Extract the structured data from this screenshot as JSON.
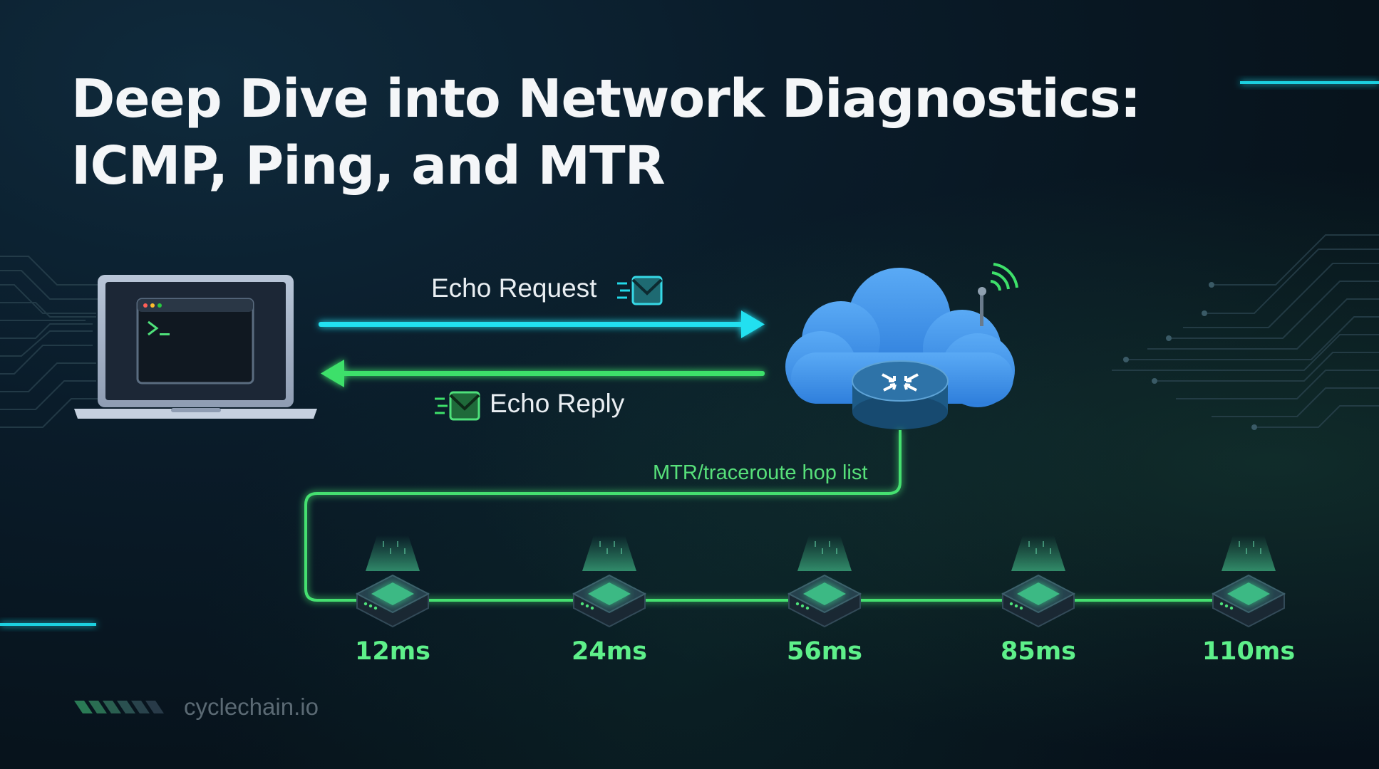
{
  "title": {
    "line1": "Deep Dive into Network Diagnostics:",
    "line2": "ICMP, Ping, and MTR"
  },
  "arrows": {
    "request_label": "Echo Request",
    "reply_label": "Echo Reply"
  },
  "hop_list_label": "MTR/traceroute hop list",
  "hops": [
    {
      "latency": "12ms"
    },
    {
      "latency": "24ms"
    },
    {
      "latency": "56ms"
    },
    {
      "latency": "85ms"
    },
    {
      "latency": "110ms"
    }
  ],
  "brand": "cyclechain.io",
  "icons": [
    "laptop-terminal-icon",
    "envelope-icon",
    "cloud-icon",
    "router-icon",
    "wifi-signal-icon",
    "server-hop-icon",
    "chevron-stripes-icon"
  ],
  "colors": {
    "request_arrow": "#22e0f0",
    "reply_arrow": "#3ee06a",
    "hop_path": "#45e070",
    "cloud": "#3d8fe6",
    "accent_line": "#1fd0e0"
  }
}
